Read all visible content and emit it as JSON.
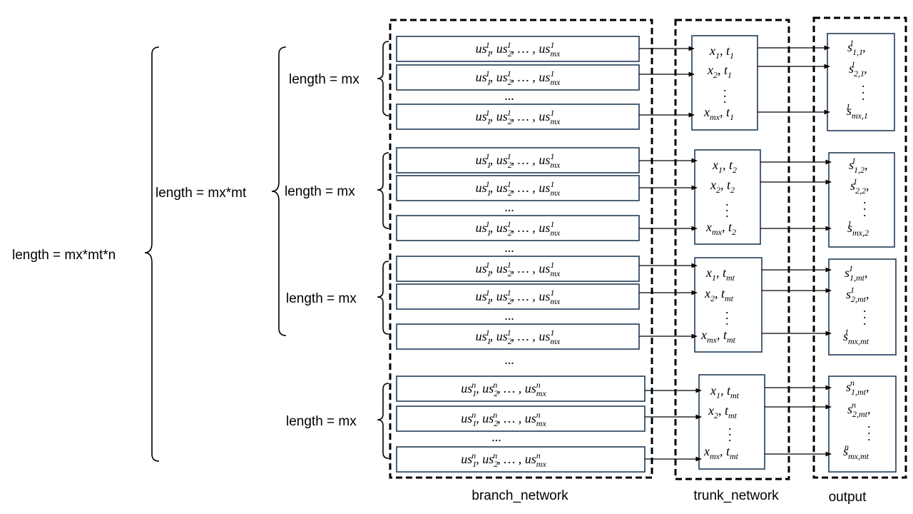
{
  "labels": {
    "outer": "length = mx*mt*n",
    "middle": "length = mx*mt",
    "group": "length = mx",
    "ellipsis": "...",
    "vdots": ":"
  },
  "sections": {
    "branch": "branch_network",
    "trunk": "trunk_network",
    "output": "output"
  },
  "groups": [
    {
      "rows": [
        {
          "base": "us",
          "sub": "1",
          "sup": "1"
        },
        {
          "base": "us",
          "sub": "2",
          "sup": "1"
        },
        {
          "base": "us",
          "sub": "mx",
          "sup": "1"
        }
      ],
      "trunk": [
        {
          "a": "x",
          "asub": "1",
          "b": "t",
          "bsub": "1"
        },
        {
          "a": "x",
          "asub": "2",
          "b": "t",
          "bsub": "1"
        },
        {
          "a": "x",
          "asub": "mx",
          "b": "t",
          "bsub": "1"
        }
      ],
      "output": [
        {
          "base": "s",
          "sup": "1",
          "sub": "1,1",
          "comma": ","
        },
        {
          "base": "s",
          "sup": "1",
          "sub": "2,1",
          "comma": ","
        },
        {
          "base": "s",
          "sup": "1",
          "sub": "mx,1",
          "comma": ""
        }
      ]
    },
    {
      "rows": [
        {
          "base": "us",
          "sub": "1",
          "sup": "1"
        },
        {
          "base": "us",
          "sub": "2",
          "sup": "1"
        },
        {
          "base": "us",
          "sub": "mx",
          "sup": "1"
        }
      ],
      "trunk": [
        {
          "a": "x",
          "asub": "1",
          "b": "t",
          "bsub": "2"
        },
        {
          "a": "x",
          "asub": "2",
          "b": "t",
          "bsub": "2"
        },
        {
          "a": "x",
          "asub": "mx",
          "b": "t",
          "bsub": "2"
        }
      ],
      "output": [
        {
          "base": "s",
          "sup": "1",
          "sub": "1,2",
          "comma": ","
        },
        {
          "base": "s",
          "sup": "1",
          "sub": "2,2",
          "comma": ","
        },
        {
          "base": "s",
          "sup": "1",
          "sub": "mx,2",
          "comma": ""
        }
      ]
    },
    {
      "rows": [
        {
          "base": "us",
          "sub": "1",
          "sup": "1"
        },
        {
          "base": "us",
          "sub": "2",
          "sup": "1"
        },
        {
          "base": "us",
          "sub": "mx",
          "sup": "1"
        }
      ],
      "trunk": [
        {
          "a": "x",
          "asub": "1",
          "b": "t",
          "bsub": "mt"
        },
        {
          "a": "x",
          "asub": "2",
          "b": "t",
          "bsub": "mt"
        },
        {
          "a": "x",
          "asub": "mx",
          "b": "t",
          "bsub": "mt"
        }
      ],
      "output": [
        {
          "base": "s",
          "sup": "1",
          "sub": "1,mt",
          "comma": ","
        },
        {
          "base": "s",
          "sup": "1",
          "sub": "2,mt",
          "comma": ","
        },
        {
          "base": "s",
          "sup": "1",
          "sub": "mx,mt",
          "comma": ""
        }
      ]
    },
    {
      "rows": [
        {
          "base": "us",
          "sub": "1",
          "sup": "n"
        },
        {
          "base": "us",
          "sub": "2",
          "sup": "n"
        },
        {
          "base": "us",
          "sub": "mx",
          "sup": "n"
        }
      ],
      "trunk": [
        {
          "a": "x",
          "asub": "1",
          "b": "t",
          "bsub": "mt"
        },
        {
          "a": "x",
          "asub": "2",
          "b": "t",
          "bsub": "mt"
        },
        {
          "a": "x",
          "asub": "mx",
          "b": "t",
          "bsub": "mt"
        }
      ],
      "output": [
        {
          "base": "s",
          "sup": "n",
          "sub": "1,mt",
          "comma": ","
        },
        {
          "base": "s",
          "sup": "n",
          "sub": "2,mt",
          "comma": ","
        },
        {
          "base": "s",
          "sup": "n",
          "sub": "mx,mt",
          "comma": ""
        }
      ]
    }
  ]
}
